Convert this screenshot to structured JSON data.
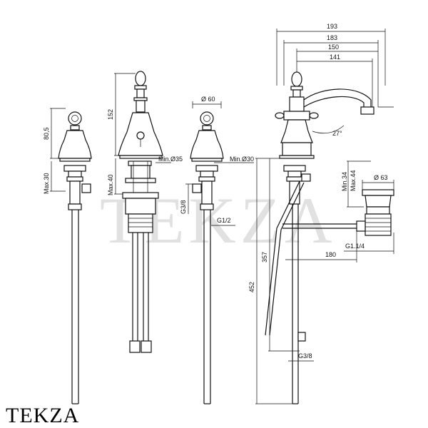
{
  "brand": "TEKZA",
  "watermark": "TEKZA",
  "dims": {
    "d193": "193",
    "d183": "183",
    "d150": "150",
    "d141": "141",
    "d80_5": "80,5",
    "max30": "Max.30",
    "d152": "152",
    "max40": "Max.40",
    "min35": "Min.Ø35",
    "d60": "Ø 60",
    "min30": "Min.Ø30",
    "g38a": "G3/8",
    "g12": "G1/2",
    "angle27": "27°",
    "min34": "Min.34",
    "max44": "Max.44",
    "d63": "Ø 63",
    "g114": "G1.1/4",
    "d180": "180",
    "d357": "357",
    "d452": "452",
    "g38b": "G3/8"
  }
}
